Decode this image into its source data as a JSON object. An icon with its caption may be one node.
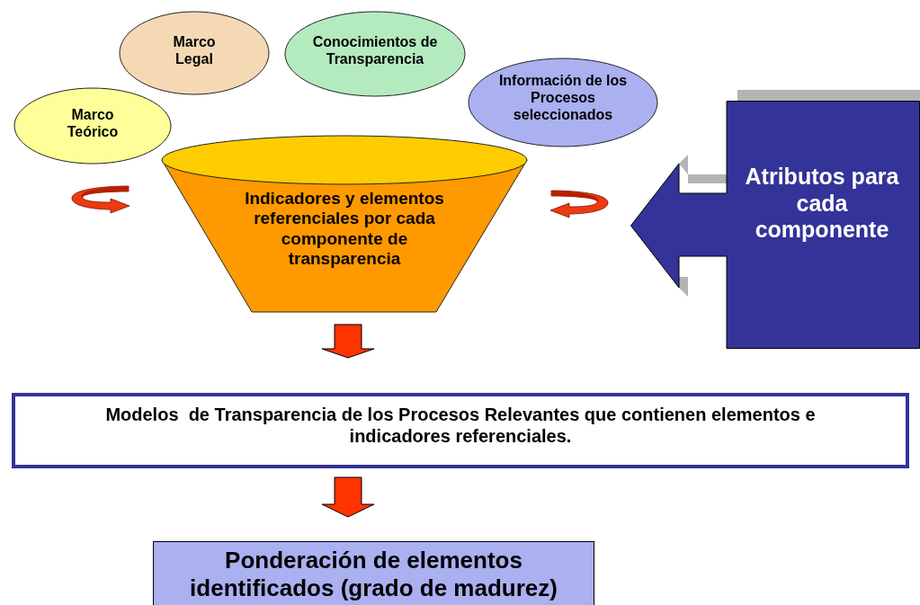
{
  "diagram": {
    "nodes": [
      {
        "text": [
          "Marco Teórico"
        ]
      },
      {
        "text": [
          "Marco Legal"
        ]
      },
      {
        "text": [
          "Conocimientos de Transparencia"
        ]
      },
      {
        "text": [
          "Información de los Procesos seleccionados"
        ]
      },
      {
        "text": [
          "Indicadores y elementos referenciales por cada componente de transparencia"
        ]
      },
      {
        "text": [
          "Atributos para cada componente"
        ]
      },
      {
        "text": [
          "Modelos  de Transparencia de los Procesos Relevantes que contienen elementos e indicadores referenciales."
        ]
      },
      {
        "text": [
          "Ponderación de elementos identificados (grado de madurez)"
        ]
      }
    ],
    "edges": [
      {
        "from": 4,
        "to": 6,
        "arrow": "to",
        "style": "thick"
      },
      {
        "from": 6,
        "to": 7,
        "arrow": "to",
        "style": "thick"
      }
    ]
  }
}
